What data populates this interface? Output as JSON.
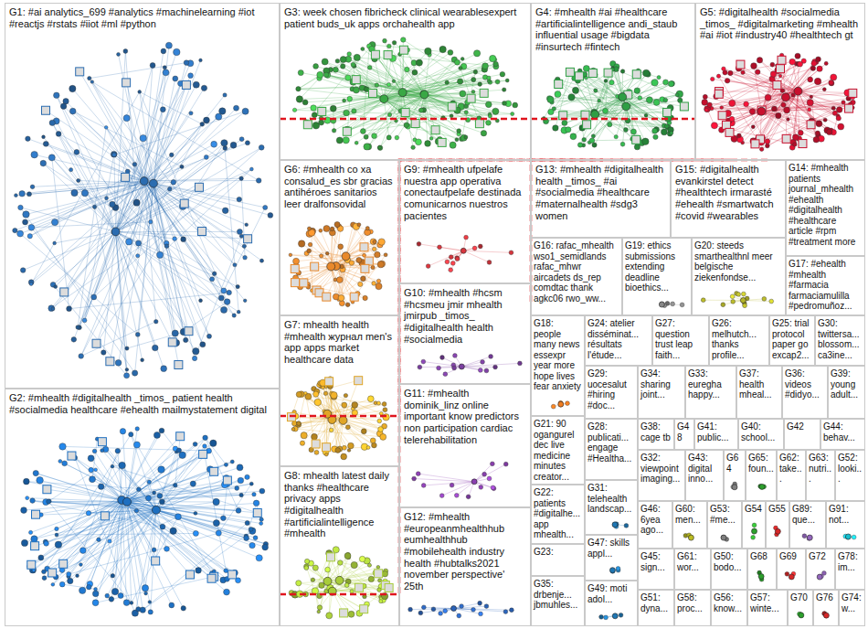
{
  "diagram": {
    "nodes": [
      {
        "text": [
          "G1: #ai analytics_699 #analytics #machinelearning #iot #reactjs #rstats #iiot #ml #python"
        ]
      },
      {
        "text": [
          "G3: week chosen fibricheck clinical wearablesexpert patient buds_uk apps orchahealth app"
        ]
      },
      {
        "text": [
          "G4: #mhealth #ai #healthcare #artificialintelligence andi_staub influential usage #bigdata #insurtech #fintech"
        ]
      },
      {
        "text": [
          "G5: #digitalhealth #socialmedia _timos_ #digitalmarketing #mhealth #ai #iot #industry40 #healthtech gt"
        ]
      },
      {
        "text": [
          "G6: #mhealth co xa consalud_es sbr gracias antihéroes sanitarios leer dralfonsovidal"
        ]
      },
      {
        "text": [
          "G9: #mhealth ufpelafe nuestra app operativa conectaufpelafe destinada comunicarnos nuestros pacientes"
        ]
      },
      {
        "text": [
          "G13: #mhealth #digitalhealth health _timos_ #ai #socialmedia #healthcare #maternalhealth #sdg3 women"
        ]
      },
      {
        "text": [
          "G15: #digitalhealth evankirstel detect #healthtech irmarasté #ehealth #smartwatch #covid #wearables"
        ]
      },
      {
        "text": [
          "G14: #mhealth patients journal_mhealth #ehealth #digitalhealth #healthcare article #rpm #treatment more"
        ]
      },
      {
        "text": [
          "G16: rafac_mhealth wso1_semidlands rafac_mhwr aircadets ds_rep comdtac thank agkc06 rwo_ww..."
        ]
      },
      {
        "text": [
          "G19: ethics submissions extending deadline bioethics..."
        ]
      },
      {
        "text": [
          "G20: steeds smarthealthnl meer belgische ziekenfondse..."
        ]
      },
      {
        "text": [
          "G17: #ehealth #mhealth #farmacia farmaciamulilla #pedromuñoz..."
        ]
      },
      {
        "text": [
          "G10: #mhealth #hcsm #hcsmeu jmir mhealth jmirpub _timos_ #digitalhealth health #socialmedia"
        ]
      },
      {
        "text": [
          "G7: mhealth health #mhealth журнал men's app apps market healthcare data"
        ]
      },
      {
        "text": [
          "G18: people many news essexpr year more hope lives fear anxiety"
        ]
      },
      {
        "text": [
          "G24: atelier disséminat... résultats l'étude..."
        ]
      },
      {
        "text": [
          "G27: question trust leap faith..."
        ]
      },
      {
        "text": [
          "G26: melhutch... thanks profile..."
        ]
      },
      {
        "text": [
          "G25: trial protocol paper go excap2..."
        ]
      },
      {
        "text": [
          "G30: twittersa... blossom... ca3ine..."
        ]
      },
      {
        "text": [
          "G2: #mhealth #digitalhealth _timos_ patient health #socialmedia healthcare #ehealth mailmystatement digital"
        ]
      },
      {
        "text": [
          "G29: uocesalut #hiring #doc..."
        ]
      },
      {
        "text": [
          "G34: sharing joint..."
        ]
      },
      {
        "text": [
          "G33: euregha happy..."
        ]
      },
      {
        "text": [
          "G37: health mheal..."
        ]
      },
      {
        "text": [
          "G36: videos #didyo..."
        ]
      },
      {
        "text": [
          "G39: young adult..."
        ]
      },
      {
        "text": [
          "G11: #mhealth dominik_linz online important know predictors non participation cardiac telerehabilitation"
        ]
      },
      {
        "text": [
          "G21: 90 ogangurel dec live medicine minutes creator..."
        ]
      },
      {
        "text": [
          "G28: publicati... engage #Healtha..."
        ]
      },
      {
        "text": [
          "G38: cage tb"
        ]
      },
      {
        "text": [
          "G48"
        ]
      },
      {
        "text": [
          "G41: public..."
        ]
      },
      {
        "text": [
          "G40: school..."
        ]
      },
      {
        "text": [
          "G42"
        ]
      },
      {
        "text": [
          "G44: behav..."
        ]
      },
      {
        "text": [
          "G32: viewpoint imaging..."
        ]
      },
      {
        "text": [
          "G43: digital inno..."
        ]
      },
      {
        "text": [
          "G64"
        ]
      },
      {
        "text": [
          "G65: foun..."
        ]
      },
      {
        "text": [
          "G62: take..."
        ]
      },
      {
        "text": [
          "G63: nutri..."
        ]
      },
      {
        "text": [
          "G52: looki..."
        ]
      },
      {
        "text": [
          "G8: mhealth latest daily thanks #healthcare privacy apps #digitalhealth #artificialintelligence #mhealth"
        ]
      },
      {
        "text": [
          "G31: telehealth landscap..."
        ]
      },
      {
        "text": [
          "G22: patients #digitalhe... app mhealth..."
        ]
      },
      {
        "text": [
          "G46: 6yea ago..."
        ]
      },
      {
        "text": [
          "G60: men..."
        ]
      },
      {
        "text": [
          "G53: #me..."
        ]
      },
      {
        "text": [
          "G54"
        ]
      },
      {
        "text": [
          "G55"
        ]
      },
      {
        "text": [
          "G89: que..."
        ]
      },
      {
        "text": [
          "G91: not..."
        ]
      },
      {
        "text": [
          "G12: #mhealth #europeanmhealthhub eumhealthhub #mobilehealth industry health #hubtalks2021 november perspective' 25th"
        ]
      },
      {
        "text": [
          "G47: skills appl..."
        ]
      },
      {
        "text": [
          "G23:"
        ]
      },
      {
        "text": [
          "G45: sign..."
        ]
      },
      {
        "text": [
          "G61: wor..."
        ]
      },
      {
        "text": [
          "G50: bodo..."
        ]
      },
      {
        "text": [
          "G68"
        ]
      },
      {
        "text": [
          "G69"
        ]
      },
      {
        "text": [
          "G72"
        ]
      },
      {
        "text": [
          "G78: im..."
        ]
      },
      {
        "text": [
          "G35: drbenje... jbmuhles..."
        ]
      },
      {
        "text": [
          "G49: moti adol..."
        ]
      },
      {
        "text": [
          "G51: dyna..."
        ]
      },
      {
        "text": [
          "G58: proc..."
        ]
      },
      {
        "text": [
          "G56: know..."
        ]
      },
      {
        "text": [
          "G57: winte..."
        ]
      },
      {
        "text": [
          "G70"
        ]
      },
      {
        "text": [
          "G76"
        ]
      },
      {
        "text": [
          "G74: w..."
        ]
      }
    ],
    "edges": [
      {
        "from": 0,
        "to": 3,
        "arrow": "none"
      },
      {
        "from": 21,
        "to": 3,
        "arrow": "none"
      },
      {
        "from": 21,
        "to": 2,
        "arrow": "none"
      },
      {
        "from": 13,
        "to": 3,
        "arrow": "none"
      }
    ]
  }
}
